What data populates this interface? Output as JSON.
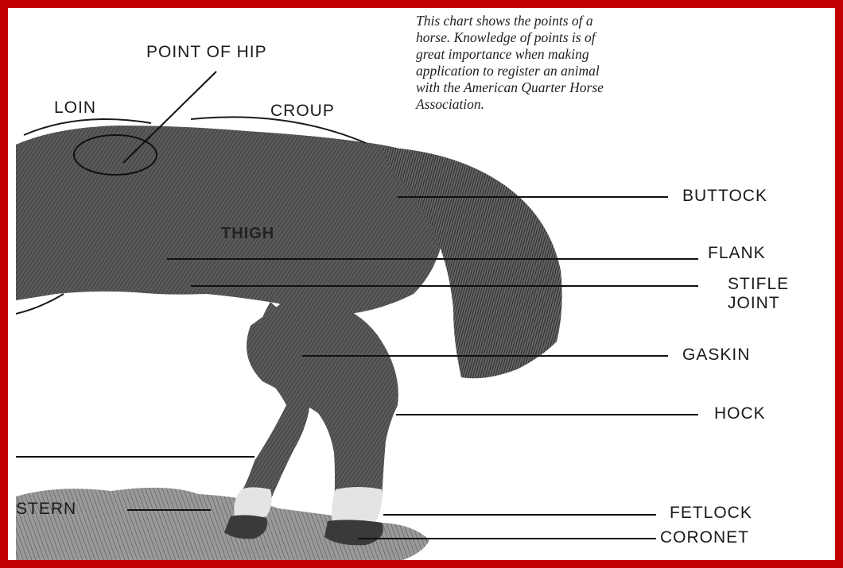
{
  "caption": {
    "lines": [
      "This chart shows the points of a",
      "horse. Knowledge of points is of",
      "great importance when making",
      "application to register an animal",
      "with the American Quarter Horse",
      "Association."
    ]
  },
  "labels": {
    "point_of_hip": "POINT OF HIP",
    "loin": "LOIN",
    "croup": "CROUP",
    "thigh": "THIGH",
    "buttock": "BUTTOCK",
    "flank": "FLANK",
    "stifle_line1": "STIFLE",
    "stifle_line2": "JOINT",
    "gaskin": "GASKIN",
    "hock": "HOCK",
    "pastern": "STERN",
    "fetlock": "FETLOCK",
    "coronet": "CORONET"
  },
  "colors": {
    "border": "#c00000",
    "horse_body": "#4a4a4a",
    "text": "#1a1a1a"
  }
}
